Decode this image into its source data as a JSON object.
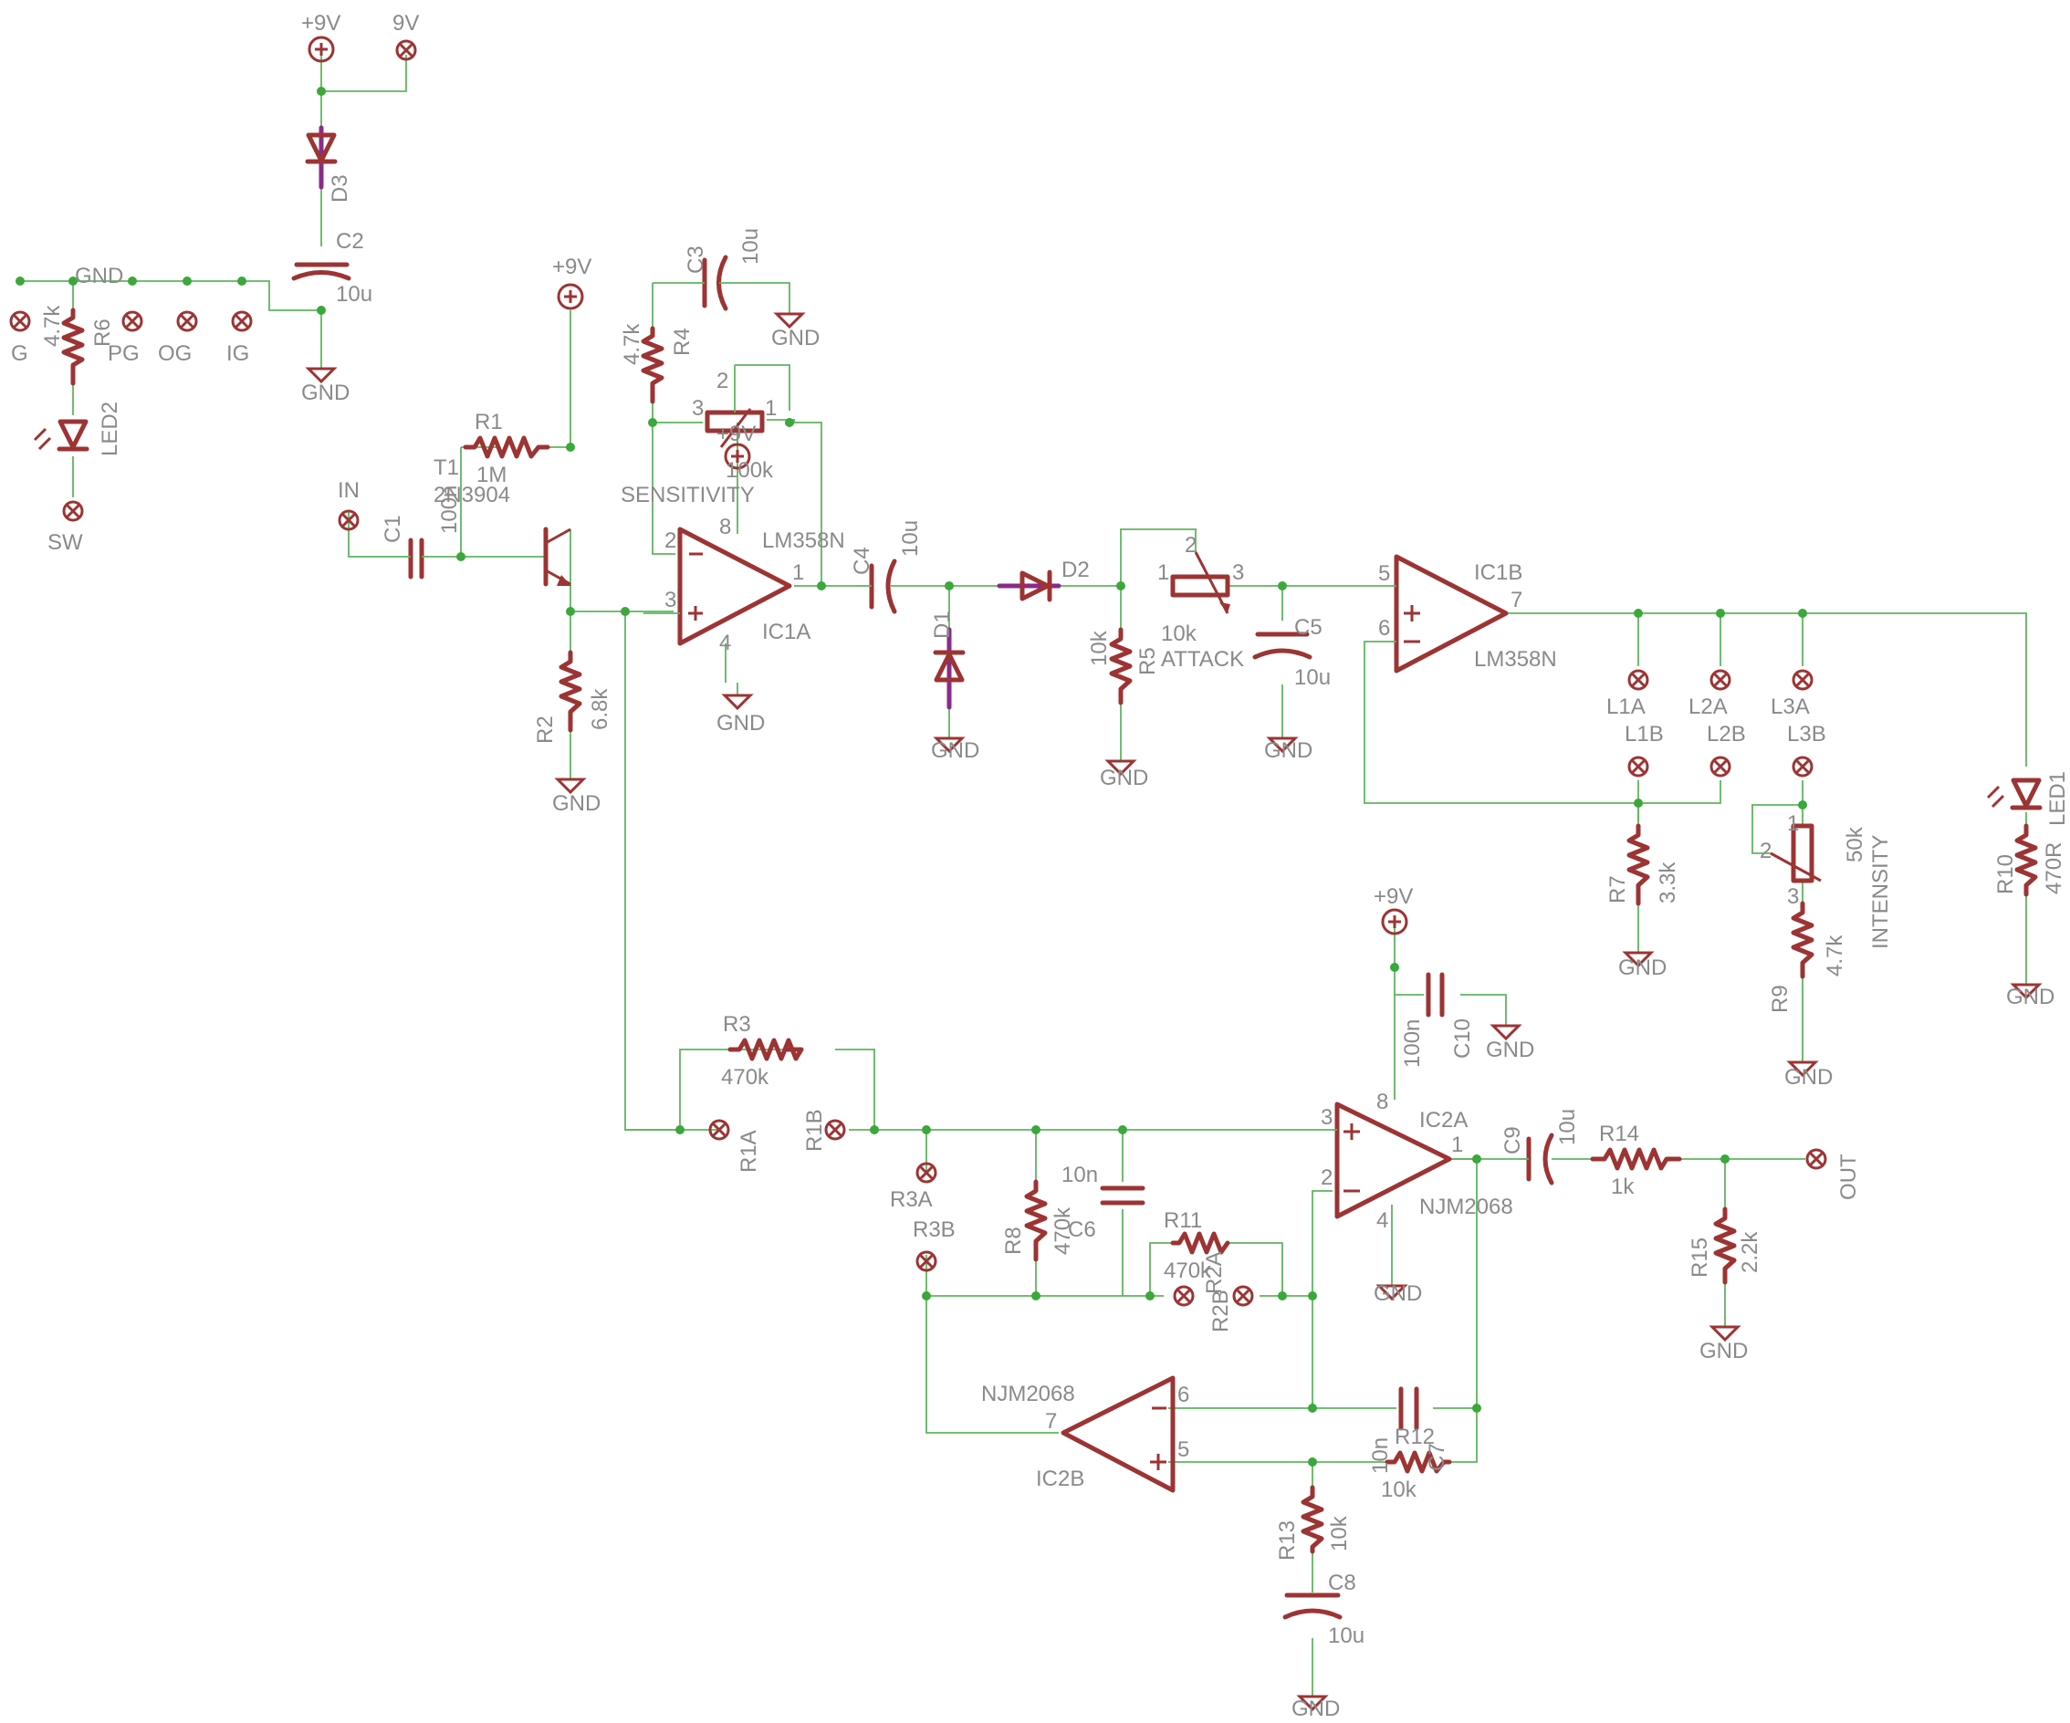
{
  "colors": {
    "wire": "#5fb55f",
    "component": "#9c3434",
    "junction": "#3aa83a",
    "text": "#8a8a8a",
    "background": "#ffffff"
  },
  "labels": {
    "plus9v_top": "+9V",
    "nine_v": "9V",
    "d3": "D3",
    "c2": "C2",
    "c2_val": "10u",
    "gnd_c2": "GND",
    "gnd_header": "GND",
    "g": "G",
    "pg": "PG",
    "og": "OG",
    "ig": "IG",
    "r6": "R6",
    "r6_val": "4.7k",
    "led2": "LED2",
    "sw": "SW",
    "plus9v_t1": "+9V",
    "r1": "R1",
    "r1_val": "1M",
    "t1": "T1",
    "t1_part": "2N3904",
    "in": "IN",
    "c1": "C1",
    "c1_val": "100n",
    "r2": "R2",
    "r2_val": "6.8k",
    "gnd_r2": "GND",
    "c3": "C3",
    "c3_val": "10u",
    "gnd_c3": "GND",
    "r4": "R4",
    "r4_val": "4.7k",
    "sens_plus9v": "+9V",
    "sens_val": "100k",
    "sensitivity": "SENSITIVITY",
    "ic1a_part": "LM358N",
    "ic1a": "IC1A",
    "gnd_ic1a": "GND",
    "c4": "C4",
    "c4_val": "10u",
    "d1": "D1",
    "gnd_d1": "GND",
    "d2": "D2",
    "r5": "R5",
    "r5_val": "10k",
    "gnd_r5": "GND",
    "attack_val": "10k",
    "attack": "ATTACK",
    "c5": "C5",
    "c5_val": "10u",
    "gnd_c5": "GND",
    "ic1b": "IC1B",
    "ic1b_part": "LM358N",
    "l1a": "L1A",
    "l2a": "L2A",
    "l3a": "L3A",
    "l1b": "L1B",
    "l2b": "L2B",
    "l3b": "L3B",
    "r7": "R7",
    "r7_val": "3.3k",
    "gnd_r7": "GND",
    "intensity_val": "50k",
    "intensity": "INTENSITY",
    "r9": "R9",
    "r9_val": "4.7k",
    "gnd_r9": "GND",
    "led1": "LED1",
    "r10": "R10",
    "r10_val": "470R",
    "gnd_r10": "GND",
    "plus9v_ic2": "+9V",
    "c10": "C10",
    "c10_val": "100n",
    "gnd_c10": "GND",
    "r3": "R3",
    "r3_val": "470k",
    "r1a": "R1A",
    "r1b": "R1B",
    "r3a": "R3A",
    "r3b": "R3B",
    "c6_val": "10n",
    "c6": "C6",
    "r8": "R8",
    "r8_val": "470k",
    "r11": "R11",
    "r11_val": "470k",
    "r2b_overlap": "R2B",
    "r2a_overlap": "R2A",
    "ic2a": "IC2A",
    "ic2a_part": "NJM2068",
    "c9": "C9",
    "c9_val": "10u",
    "r14": "R14",
    "r14_val": "1k",
    "out": "OUT",
    "r15": "R15",
    "r15_val": "2.2k",
    "gnd_r15": "GND",
    "ic2b_part": "NJM2068",
    "ic2b": "IC2B",
    "c7": "C7",
    "c7_val": "10n",
    "r12": "R12",
    "r12_val": "10k",
    "r13": "R13",
    "r13_val": "10k",
    "c8": "C8",
    "c8_val": "10u",
    "gnd_c8": "GND",
    "gnd_ic2a": "GND",
    "pin1": "1",
    "pin2": "2",
    "pin3": "3",
    "pin4": "4",
    "pin5": "5",
    "pin6": "6",
    "pin7": "7",
    "pin8": "8"
  }
}
